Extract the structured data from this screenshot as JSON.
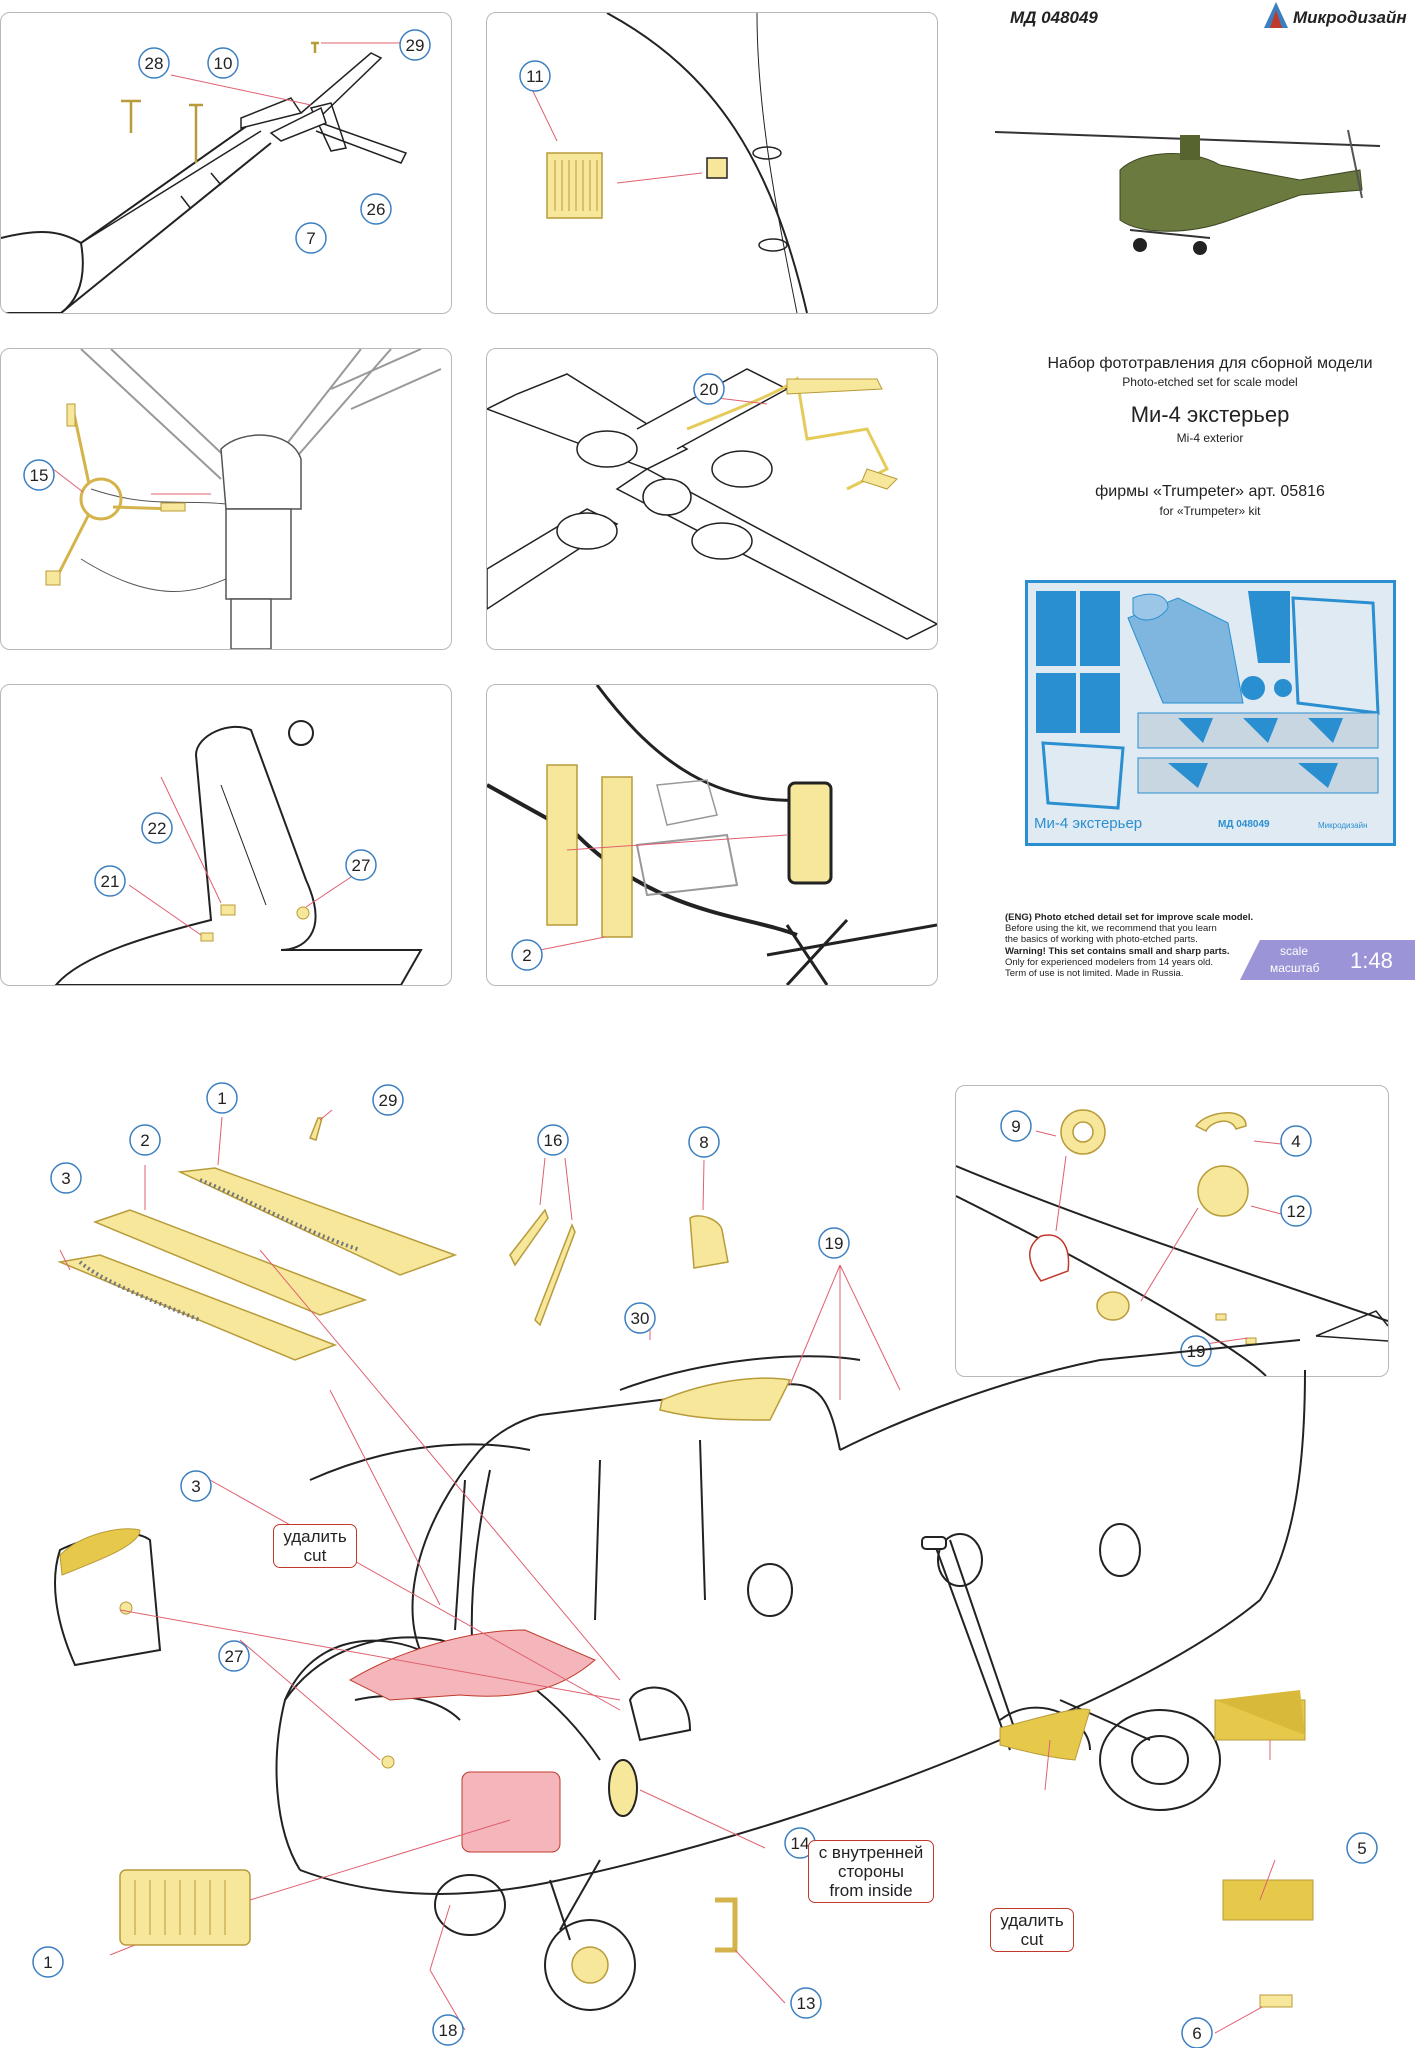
{
  "header": {
    "code": "МД 048049",
    "brand": "Микродизайн"
  },
  "title_block": {
    "line1_ru": "Набор фототравления для сборной модели",
    "line1_en": "Photo-etched set for scale model",
    "model_ru": "Ми-4 экстерьер",
    "model_en": "Mi-4 exterior",
    "kit_ru": "фирмы «Trumpeter» арт. 05816",
    "kit_en": "for «Trumpeter» kit"
  },
  "fret": {
    "label": "Ми-4 экстерьер",
    "code": "МД 048049",
    "brand": "Микродизайн"
  },
  "notes": [
    "(ENG) Photo etched detail set for improve scale model.",
    "Before using the kit, we recommend that you learn",
    "the basics of working with photo-etched parts.",
    "Warning! This set contains small and sharp parts.",
    "Only for experienced modelers from 14 years old.",
    "Term of use is not limited. Made in Russia."
  ],
  "scale": {
    "label_en": "scale",
    "label_ru": "масштаб",
    "value": "1:48"
  },
  "remove_label": {
    "ru": "удалить",
    "en": "cut"
  },
  "inside_label": {
    "ru1": "с внутренней",
    "ru2": "стороны",
    "en": "from inside"
  },
  "part_numbers": {
    "p1": "1",
    "p2": "2",
    "p3": "3",
    "p4": "4",
    "p5": "5",
    "p6": "6",
    "p7": "7",
    "p8": "8",
    "p9": "9",
    "p10": "10",
    "p11": "11",
    "p12": "12",
    "p13": "13",
    "p14": "14",
    "p15": "15",
    "p16": "16",
    "p18": "18",
    "p19": "19",
    "p20": "20",
    "p21": "21",
    "p22": "22",
    "p26": "26",
    "p27": "27",
    "p28": "28",
    "p29": "29",
    "p30": "30"
  },
  "colors": {
    "etch": "#f7e79a",
    "etch_stroke": "#b89b3a",
    "callout": "#3c7fc0",
    "cut_fill": "#f4b6bb",
    "cut_stroke": "#c0392b",
    "arrow": "#e06070",
    "fret_blue": "#2a8fd0",
    "scale_bg": "#9b94d6"
  }
}
